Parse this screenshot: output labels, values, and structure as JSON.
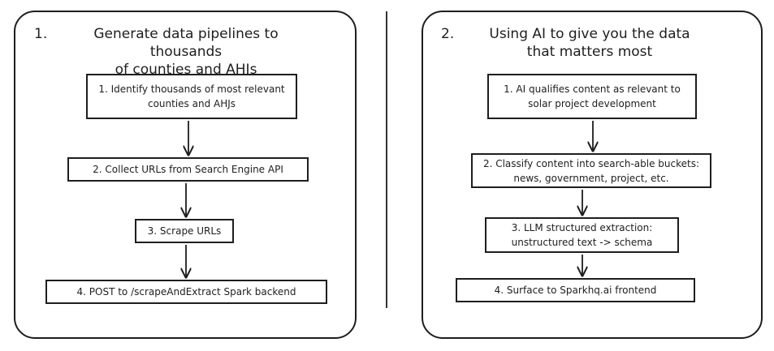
{
  "left_panel": {
    "number": "1.",
    "title": "Generate data pipelines to thousands\nof counties and AHJs",
    "steps": [
      "1. Identify thousands of most relevant\ncounties and AHJs",
      "2. Collect URLs from Search Engine API",
      "3. Scrape URLs",
      "4. POST to /scrapeAndExtract Spark backend"
    ]
  },
  "right_panel": {
    "number": "2.",
    "title": "Using AI to give you the data\nthat matters most",
    "steps": [
      "1. AI qualifies content as relevant to\nsolar project development",
      "2. Classify content into search-able buckets:\nnews, government, project, etc.",
      "3. LLM structured extraction:\nunstructured text -> schema",
      "4. Surface to Sparkhq.ai frontend"
    ]
  }
}
